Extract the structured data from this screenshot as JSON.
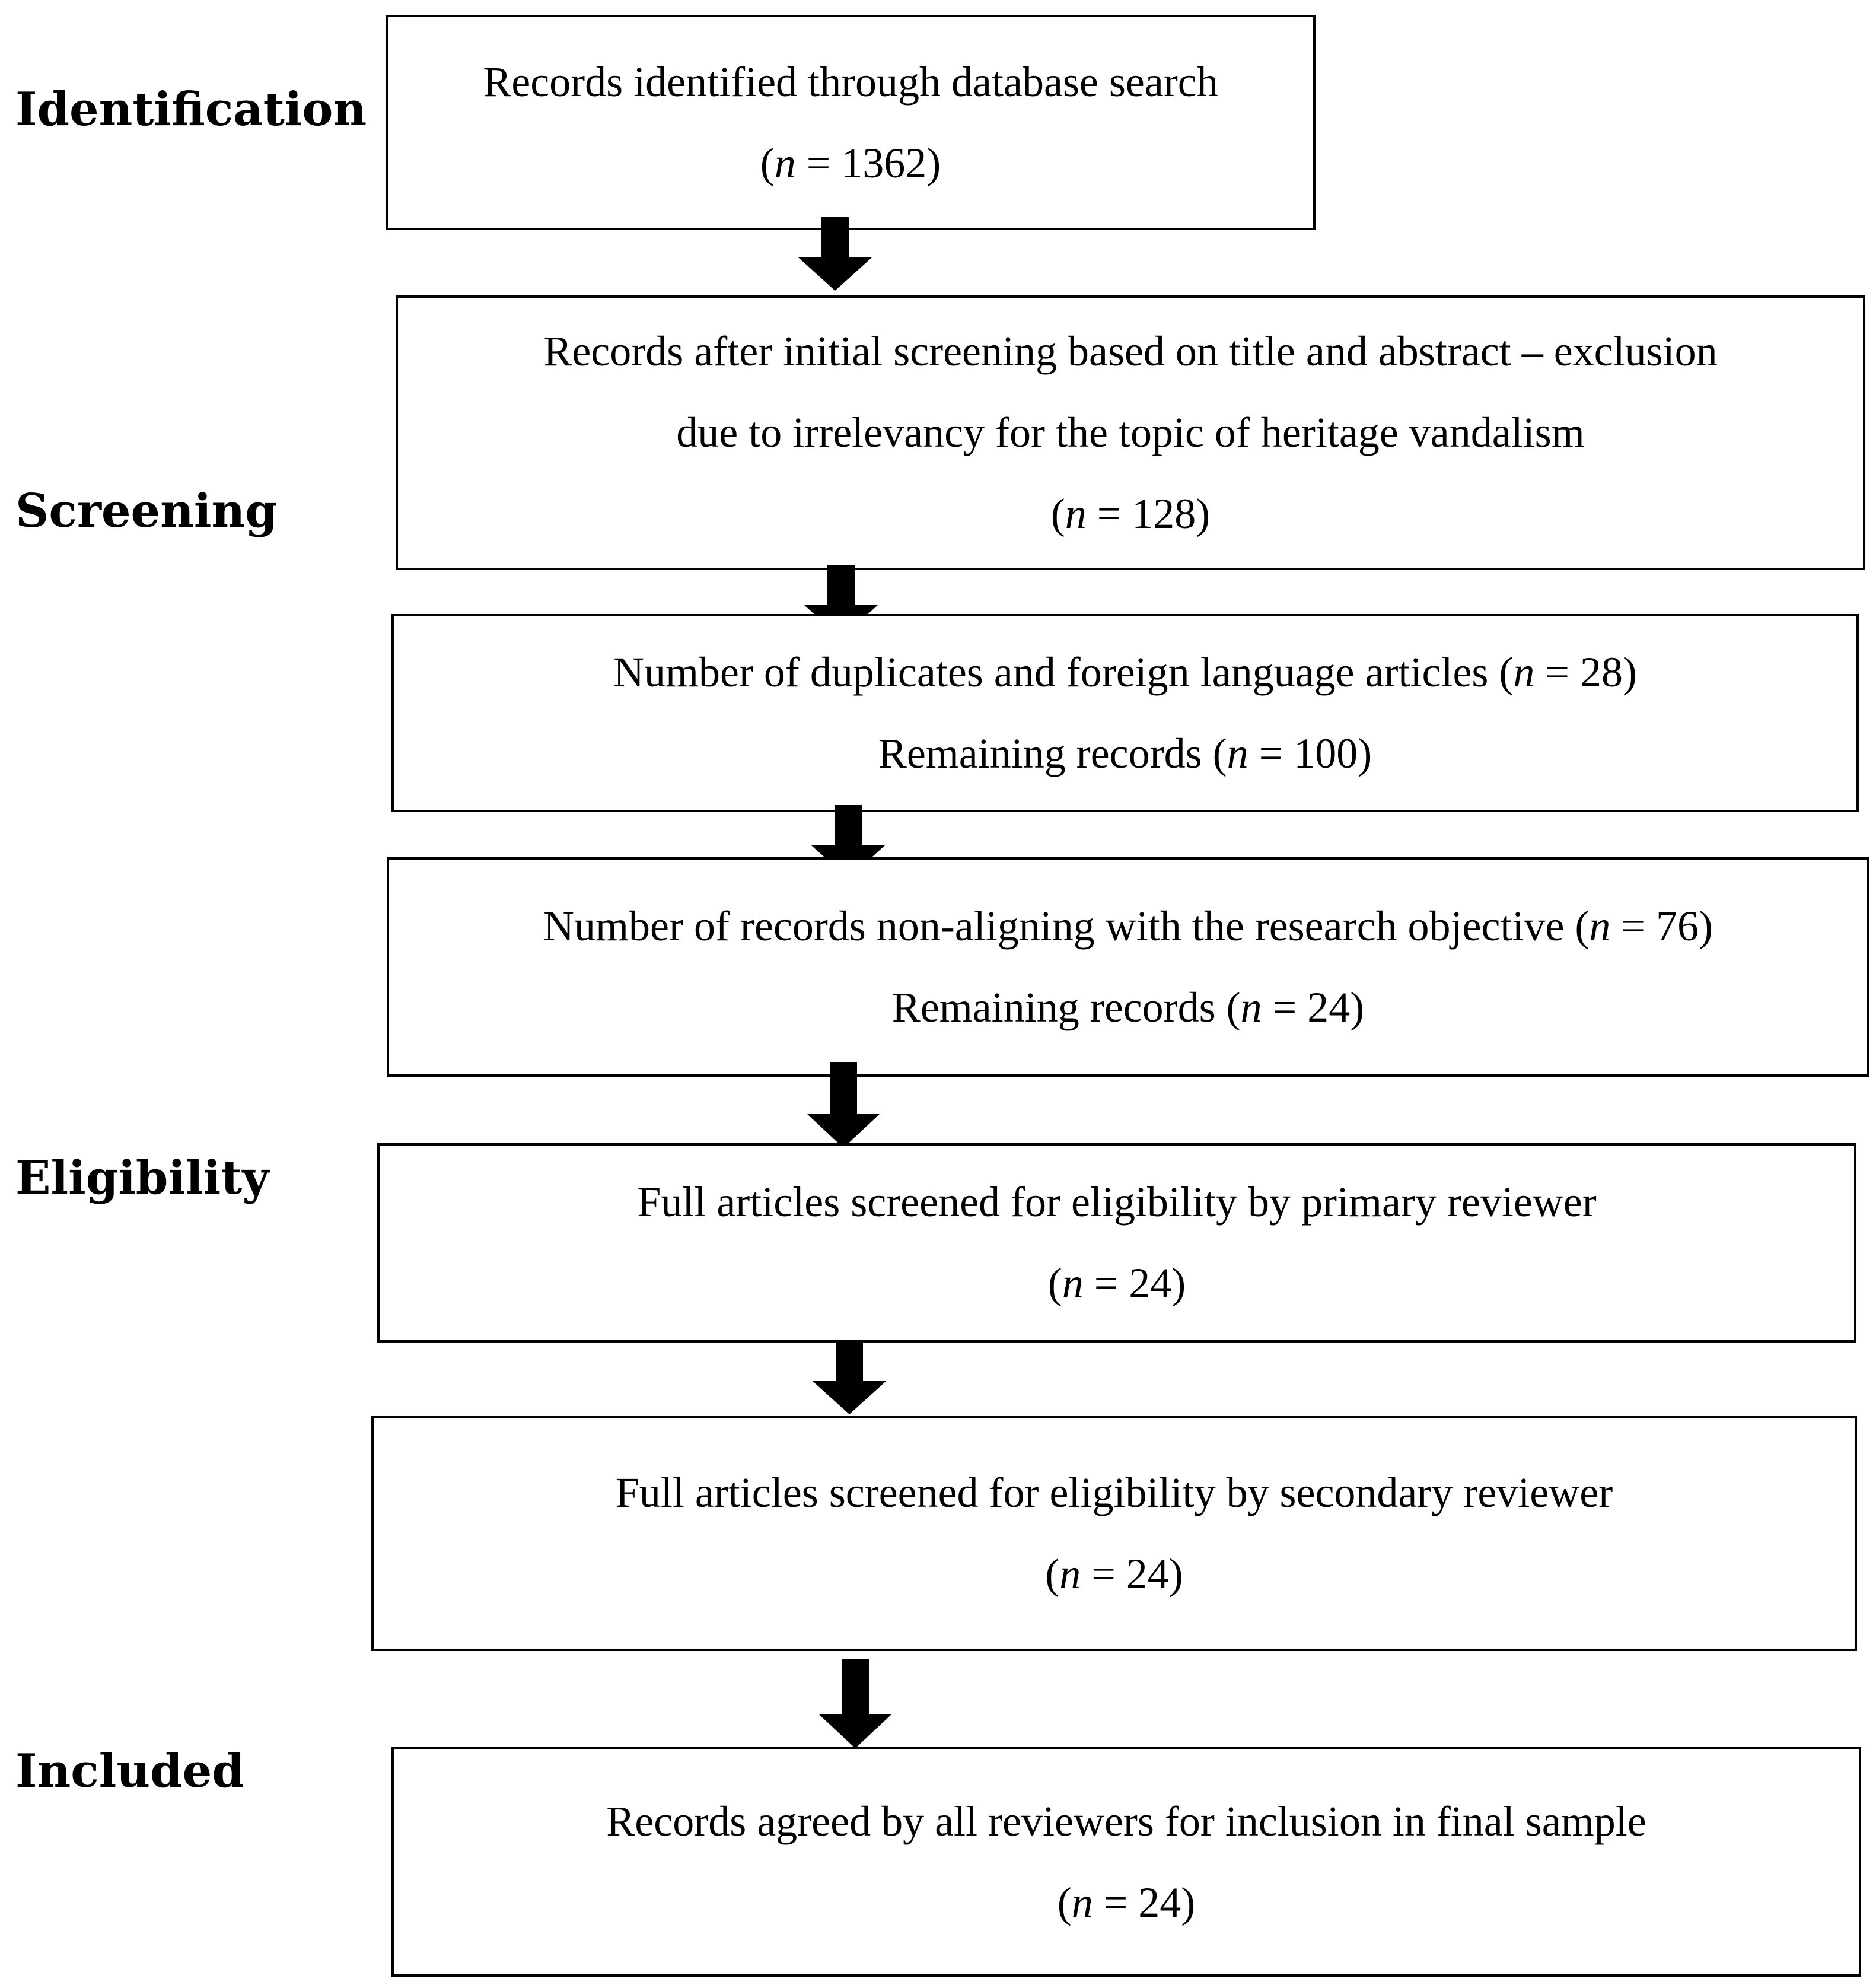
{
  "stages": {
    "identification": "Identification",
    "screening": "Screening",
    "eligibility": "Eligibility",
    "included": "Included"
  },
  "boxes": [
    {
      "lines": [
        "Records identified through database search"
      ],
      "count_prefix": "(",
      "count_var": "n",
      "count_rest": " = 1362)"
    },
    {
      "lines": [
        "Records after initial screening based on title and abstract – exclusion",
        "due to irrelevancy for the topic of heritage vandalism"
      ],
      "count_prefix": "(",
      "count_var": "n",
      "count_rest": " = 128)"
    },
    {
      "line1_prefix": "Number of duplicates and foreign language articles (",
      "line1_var": "n",
      "line1_rest": " = 28)",
      "line2_prefix": "Remaining records (",
      "line2_var": "n",
      "line2_rest": " = 100)"
    },
    {
      "line1_prefix": "Number of records non-aligning with the research objective (",
      "line1_var": "n",
      "line1_rest": " = 76)",
      "line2_prefix": "Remaining records (",
      "line2_var": "n",
      "line2_rest": " = 24)"
    },
    {
      "lines": [
        "Full articles screened for eligibility by primary reviewer"
      ],
      "count_prefix": "(",
      "count_var": "n",
      "count_rest": " = 24)"
    },
    {
      "lines": [
        "Full articles screened for eligibility by secondary reviewer"
      ],
      "count_prefix": "(",
      "count_var": "n",
      "count_rest": " = 24)"
    },
    {
      "lines": [
        "Records agreed by all reviewers for inclusion in final sample"
      ],
      "count_prefix": "(",
      "count_var": "n",
      "count_rest": " = 24)"
    }
  ]
}
